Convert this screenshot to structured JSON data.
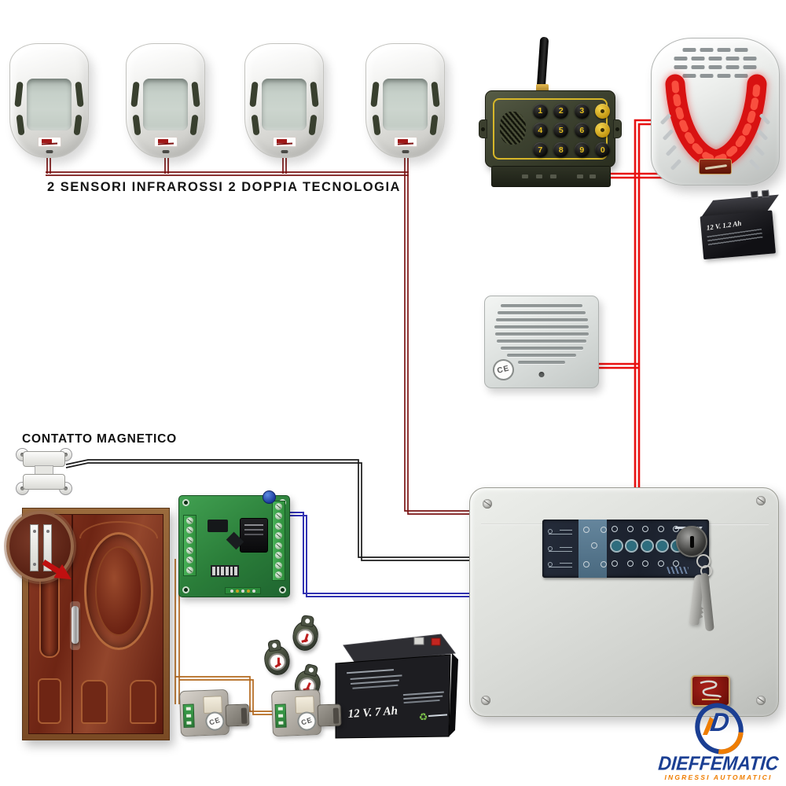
{
  "labels": {
    "sensors_caption": "2 SENSORI INFRAROSSI 2 DOPPIA TECNOLOGIA",
    "magnetic_contact_caption": "CONTATTO MAGNETICO",
    "ce_mark": "CE"
  },
  "gsm_dialer": {
    "keys": [
      "1",
      "2",
      "3",
      "4",
      "5",
      "6",
      "7",
      "8",
      "9",
      "0"
    ]
  },
  "battery_main": {
    "label": "12 V. 7 Ah"
  },
  "battery_backup": {
    "label": "12 V. 1.2 Ah"
  },
  "brand": {
    "monogram": "D",
    "name": "DIEFFEMATIC",
    "tagline": "INGRESSI AUTOMATICI"
  },
  "colors": {
    "wire_red": "#e81010",
    "wire_dark_red": "#7a1414",
    "wire_black": "#1b1b1b",
    "wire_blue": "#3232b2",
    "wire_orange": "#b4691f",
    "siren_led_red": "#d81212",
    "keypad_yellow": "#e7c01f",
    "pcb_green": "#2f8040",
    "terminal_green": "#2f8f3c",
    "door_wood": "#722a1b",
    "panel_gray": "#d9dad6",
    "brand_blue": "#1b3f93",
    "brand_orange": "#ef7d00",
    "plate_red": "#8c1512"
  }
}
